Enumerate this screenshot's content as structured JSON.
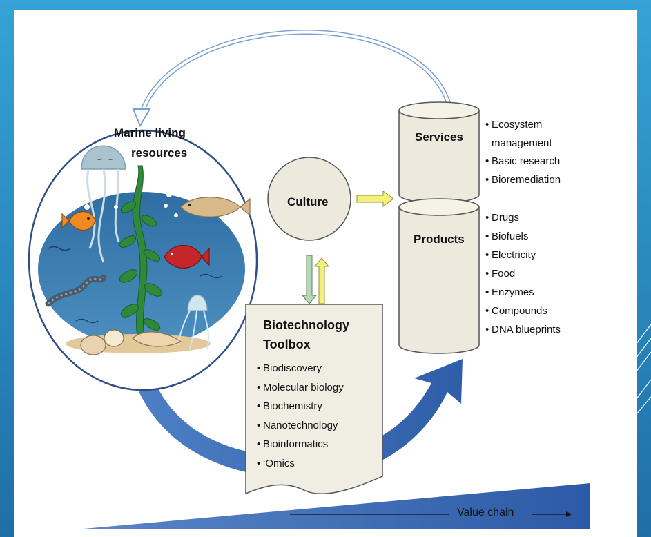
{
  "diagram": {
    "resources": {
      "title_line1": "Marine living",
      "title_line2": "resources"
    },
    "culture": {
      "label": "Culture"
    },
    "services": {
      "label": "Services",
      "items": [
        "Ecosystem",
        "management",
        "Basic research",
        "Bioremediation"
      ]
    },
    "products": {
      "label": "Products",
      "items": [
        "Drugs",
        "Biofuels",
        "Electricity",
        "Food",
        "Enzymes",
        "Compounds",
        "DNA blueprints"
      ]
    },
    "toolbox": {
      "title_line1": "Biotechnology",
      "title_line2": "Toolbox",
      "items": [
        "Biodiscovery",
        "Molecular biology",
        "Biochemistry",
        "Nanotechnology",
        "Bioinformatics",
        "‘Omics"
      ]
    },
    "value_chain": {
      "label": "Value chain"
    }
  },
  "colors": {
    "background": "#2c8fc4",
    "arrow_blue": "#3a66b0",
    "cylinder_fill": "#ede9dc",
    "culture_fill": "#ede9dc",
    "toolbox_fill": "#f0eee3",
    "arrow_yellow": "#f2f27a",
    "arrow_green": "#b5d8b5",
    "ocean": "#3f7fb3"
  }
}
